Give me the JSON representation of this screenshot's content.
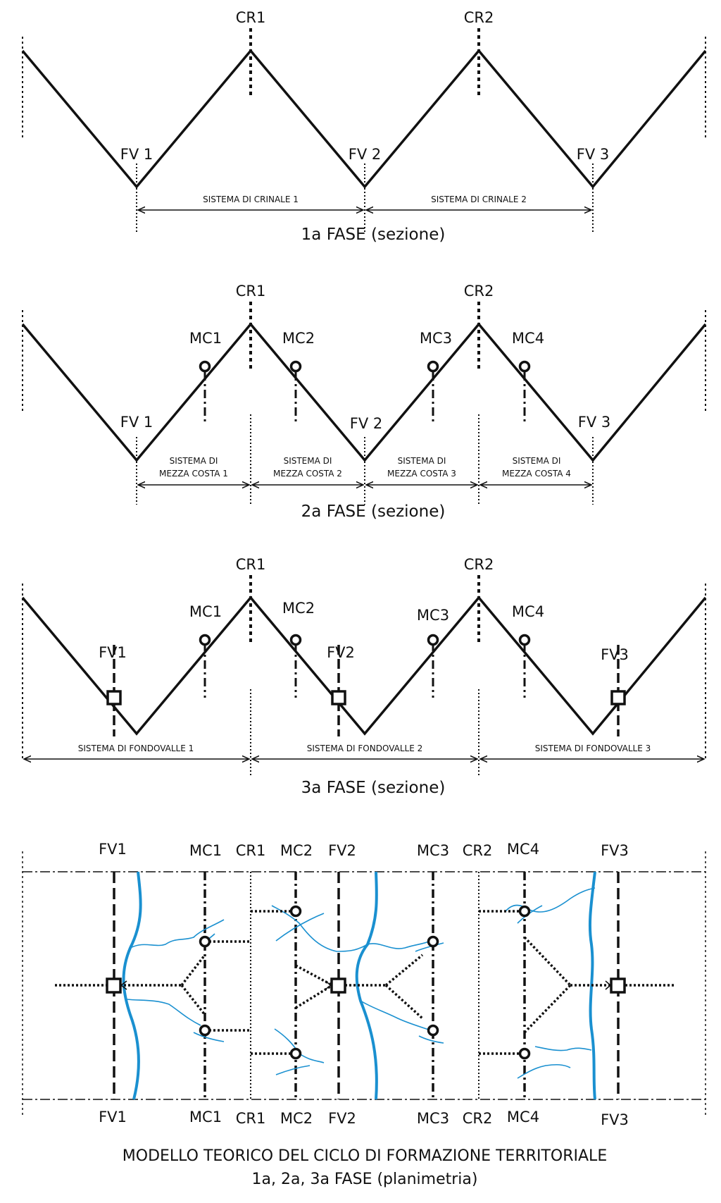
{
  "phase1": {
    "labels": {
      "cr1": "CR1",
      "cr2": "CR2",
      "fv1": "FV 1",
      "fv2": "FV 2",
      "fv3": "FV 3"
    },
    "systems": [
      "SISTEMA DI CRINALE 1",
      "SISTEMA DI CRINALE 2"
    ],
    "caption": "1a FASE (sezione)"
  },
  "phase2": {
    "labels": {
      "cr1": "CR1",
      "cr2": "CR2",
      "fv1": "FV 1",
      "fv2": "FV 2",
      "fv3": "FV 3",
      "mc1": "MC1",
      "mc2": "MC2",
      "mc3": "MC3",
      "mc4": "MC4"
    },
    "systems": [
      {
        "line1": "SISTEMA DI",
        "line2": "MEZZA COSTA 1"
      },
      {
        "line1": "SISTEMA DI",
        "line2": "MEZZA COSTA 2"
      },
      {
        "line1": "SISTEMA DI",
        "line2": "MEZZA COSTA 3"
      },
      {
        "line1": "SISTEMA DI",
        "line2": "MEZZA COSTA 4"
      }
    ],
    "caption": "2a FASE (sezione)"
  },
  "phase3": {
    "labels": {
      "cr1": "CR1",
      "cr2": "CR2",
      "fv1": "FV1",
      "fv2": "FV2",
      "fv3": "FV3",
      "mc1": "MC1",
      "mc2": "MC2",
      "mc3": "MC3",
      "mc4": "MC4"
    },
    "systems": [
      "SISTEMA DI FONDOVALLE 1",
      "SISTEMA DI FONDOVALLE 2",
      "SISTEMA DI FONDOVALLE 3"
    ],
    "caption": "3a FASE (sezione)"
  },
  "plan": {
    "top_labels": [
      "FV1",
      "MC1",
      "CR1",
      "MC2",
      "FV2",
      "MC3",
      "CR2",
      "MC4",
      "FV3"
    ],
    "bottom_labels": [
      "FV1",
      "MC1",
      "CR1",
      "MC2",
      "FV2",
      "MC3",
      "CR2",
      "MC4",
      "FV3"
    ],
    "river_color": "#1a90d0"
  },
  "title": {
    "line1": "MODELLO TEORICO DEL CICLO DI  FORMAZIONE TERRITORIALE",
    "line2": "1a, 2a, 3a FASE (planimetria)"
  }
}
